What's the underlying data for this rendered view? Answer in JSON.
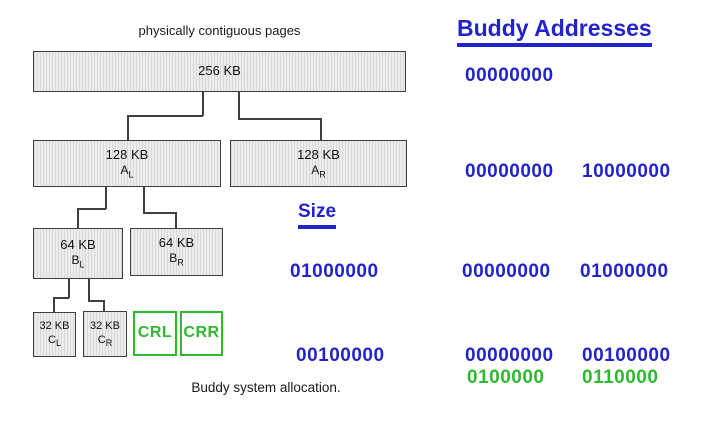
{
  "page": {
    "title": "physically contiguous pages",
    "caption": "Buddy system allocation."
  },
  "tree": {
    "root": {
      "size": "256 KB"
    },
    "level1": [
      {
        "size": "128 KB",
        "letter": "A",
        "sub": "L"
      },
      {
        "size": "128 KB",
        "letter": "A",
        "sub": "R"
      }
    ],
    "level2": [
      {
        "size": "64 KB",
        "letter": "B",
        "sub": "L"
      },
      {
        "size": "64 KB",
        "letter": "B",
        "sub": "R"
      }
    ],
    "level3": [
      {
        "size": "32 KB",
        "letter": "C",
        "sub": "L"
      },
      {
        "size": "32 KB",
        "letter": "C",
        "sub": "R"
      }
    ],
    "free_blocks": [
      {
        "label": "CRL"
      },
      {
        "label": "CRR"
      }
    ]
  },
  "size_column": {
    "heading": "Size",
    "values": [
      "01000000",
      "00100000"
    ]
  },
  "addresses": {
    "heading": "Buddy Addresses",
    "row_256": [
      "00000000"
    ],
    "row_128": [
      "00000000",
      "10000000"
    ],
    "row_64": [
      "00000000",
      "01000000"
    ],
    "row_32": [
      "00000000",
      "00100000"
    ],
    "row_free": [
      "0100000",
      "0110000"
    ]
  },
  "colors": {
    "blue": "#2323cd",
    "green": "#2eb92e",
    "box_fill": "#ececec",
    "box_border": "#3f3f3f"
  }
}
